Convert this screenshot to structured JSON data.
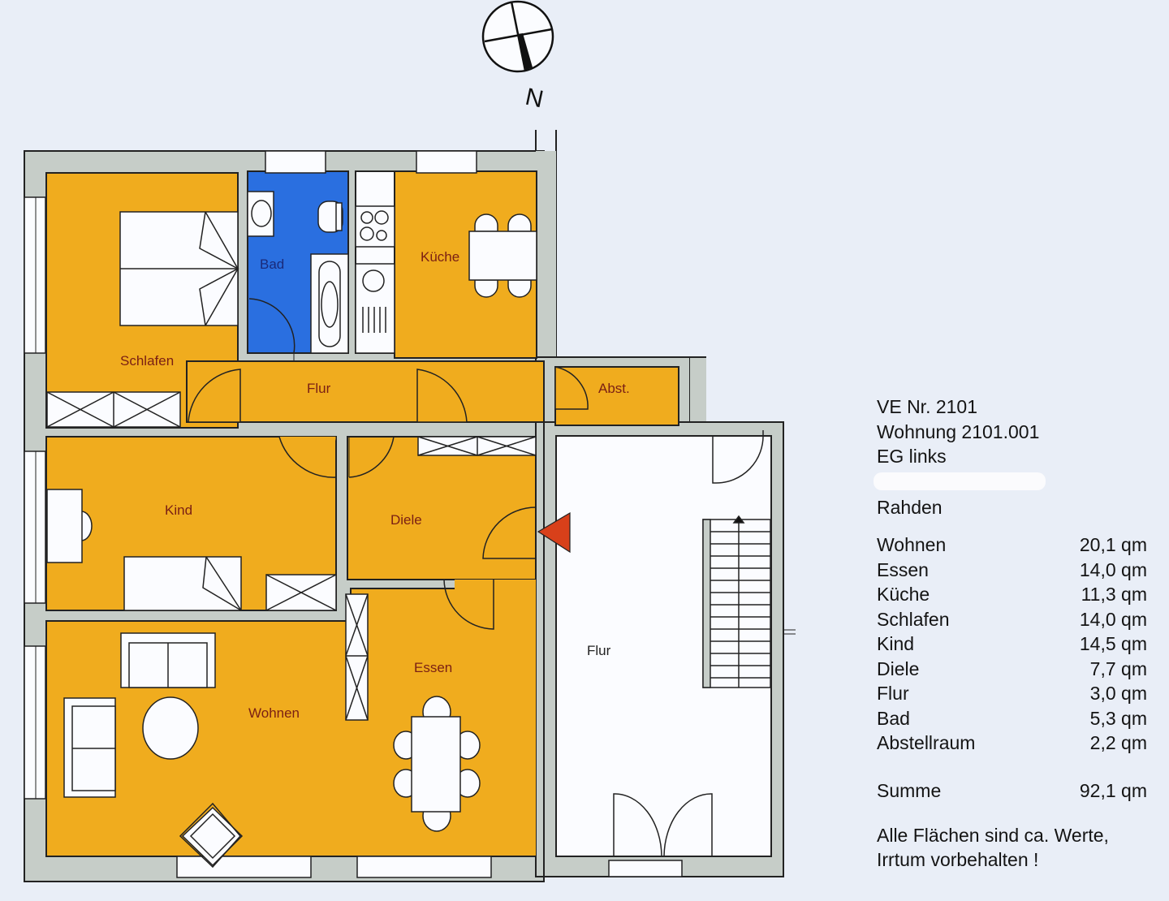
{
  "compass": {
    "label": "N"
  },
  "rooms": {
    "schlafen": "Schlafen",
    "bad": "Bad",
    "kueche": "Küche",
    "flur_inner": "Flur",
    "abst": "Abst.",
    "kind": "Kind",
    "diele": "Diele",
    "wohnen": "Wohnen",
    "essen": "Essen",
    "flur_stair": "Flur"
  },
  "colors": {
    "room_fill": "#f0ac1e",
    "bath_fill": "#2a6fe0",
    "wall_fill": "#c6cdc8",
    "entry_marker": "#d8401a",
    "background": "#e9eef7"
  },
  "info": {
    "ve": "VE Nr. 2101",
    "unit": "Wohnung 2101.001",
    "floor": "EG links",
    "city": "Rahden",
    "areas": [
      {
        "name": "Wohnen",
        "value": "20,1 qm"
      },
      {
        "name": "Essen",
        "value": "14,0 qm"
      },
      {
        "name": "Küche",
        "value": "11,3 qm"
      },
      {
        "name": "Schlafen",
        "value": "14,0 qm"
      },
      {
        "name": "Kind",
        "value": "14,5 qm"
      },
      {
        "name": "Diele",
        "value": "7,7 qm"
      },
      {
        "name": "Flur",
        "value": "3,0 qm"
      },
      {
        "name": "Bad",
        "value": "5,3 qm"
      },
      {
        "name": "Abstellraum",
        "value": "2,2 qm"
      }
    ],
    "sum_label": "Summe",
    "sum_value": "92,1 qm",
    "note_line1": "Alle Flächen sind ca. Werte,",
    "note_line2": "Irrtum vorbehalten !"
  }
}
